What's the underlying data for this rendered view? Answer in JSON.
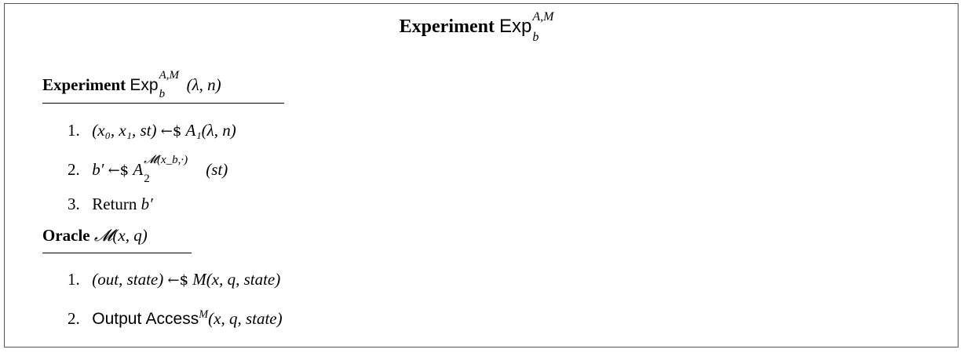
{
  "title": {
    "keyword": "Experiment",
    "name": "Exp",
    "superscript": "A,M",
    "subscript": "b"
  },
  "experiment": {
    "keyword": "Experiment",
    "name": "Exp",
    "superscript": "A,M",
    "subscript": "b",
    "args": "(λ, n)",
    "steps": [
      {
        "num": "1.",
        "lhs": "(x₀, x₁, st)",
        "arrow": "←$",
        "rhs": "A₁(λ, n)"
      },
      {
        "num": "2.",
        "lhs": "b′",
        "arrow": "←$",
        "rhs_base": "A",
        "rhs_sub": "2",
        "rhs_sup": "𝓜(x_b,·)",
        "rhs_args": "(st)"
      },
      {
        "num": "3.",
        "text": "Return",
        "var": "b′"
      }
    ]
  },
  "oracle": {
    "keyword": "Oracle",
    "name": "𝓜",
    "args": "(x, q)",
    "steps": [
      {
        "num": "1.",
        "lhs": "(out, state)",
        "arrow": "←$",
        "rhs": "M(x, q, state)"
      },
      {
        "num": "2.",
        "text": "Output",
        "func": "Access",
        "func_sup": "M",
        "args": "(x, q, state)"
      }
    ]
  }
}
